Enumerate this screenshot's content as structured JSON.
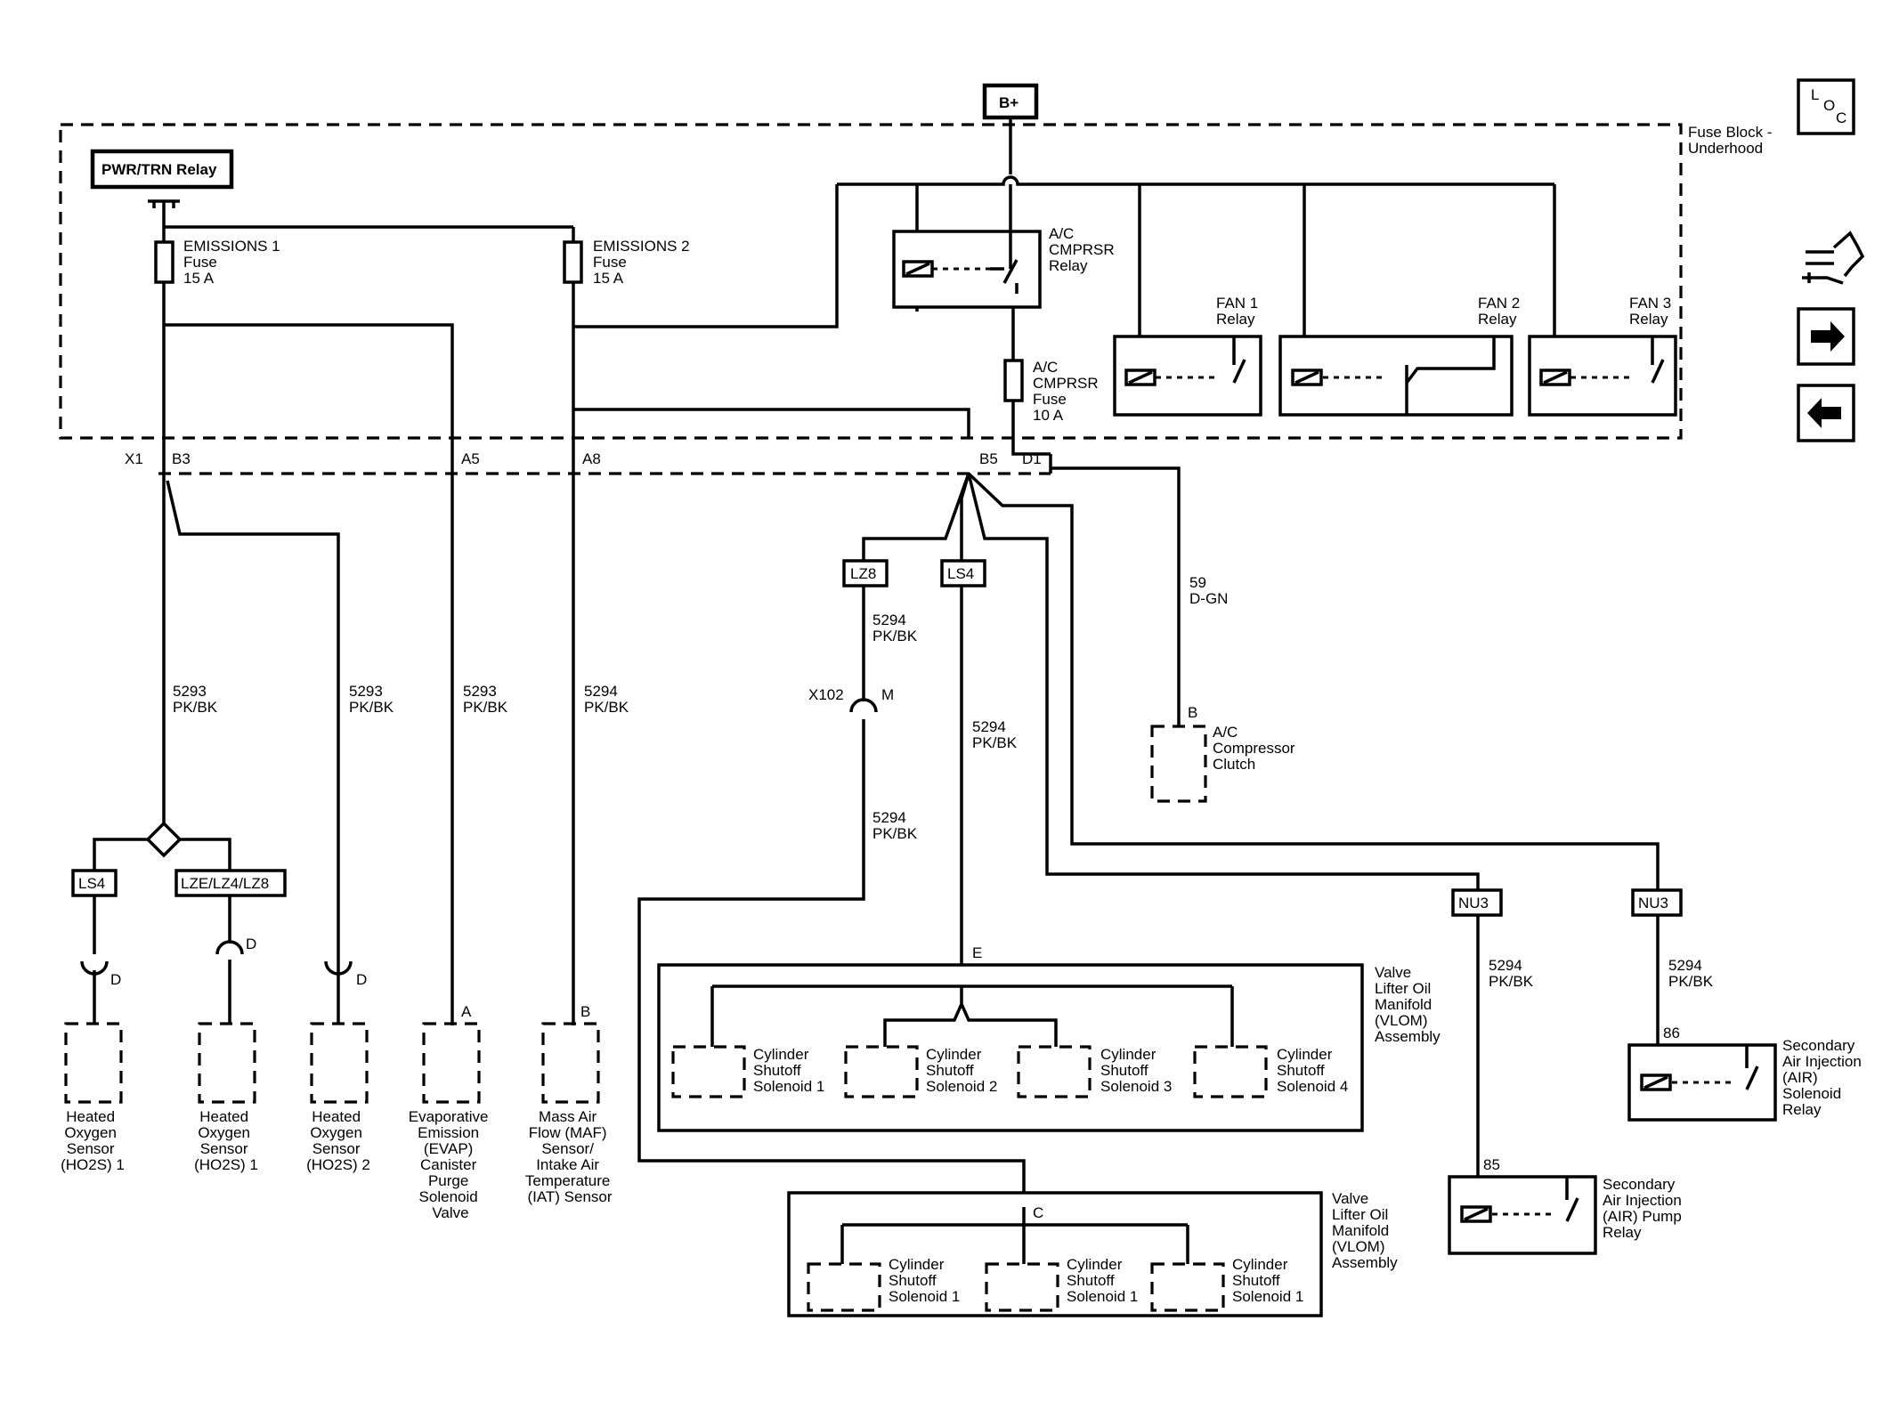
{
  "power": {
    "bplus": "B+",
    "relay": "PWR/TRN Relay"
  },
  "fuse_block": [
    "Fuse Block -",
    "Underhood"
  ],
  "loc": {
    "l": "L",
    "o": "O",
    "c": "C"
  },
  "fuses": {
    "em1": [
      "EMISSIONS 1",
      "Fuse",
      "15 A"
    ],
    "em2": [
      "EMISSIONS 2",
      "Fuse",
      "15 A"
    ],
    "ac": [
      "A/C",
      "CMPRSR",
      "Fuse",
      "10 A"
    ]
  },
  "relays": {
    "ac": [
      "A/C",
      "CMPRSR",
      "Relay"
    ],
    "fan1": [
      "FAN 1",
      "Relay"
    ],
    "fan2": [
      "FAN 2",
      "Relay"
    ],
    "fan3": [
      "FAN 3",
      "Relay"
    ]
  },
  "connectors": {
    "x1": "X1",
    "b3": "B3",
    "a5": "A5",
    "a8": "A8",
    "b5": "B5",
    "d1": "D1",
    "x102": "X102",
    "m": "M"
  },
  "wires": {
    "w5293": [
      "5293",
      "PK/BK"
    ],
    "w5294": [
      "5294",
      "PK/BK"
    ],
    "w59": [
      "59",
      "D-GN"
    ]
  },
  "options": {
    "ls4": "LS4",
    "lze": "LZE/LZ4/LZ8",
    "lz8": "LZ8",
    "nu3": "NU3"
  },
  "pins": {
    "a": "A",
    "b": "B",
    "c": "C",
    "d": "D",
    "e": "E",
    "p85": "85",
    "p86": "86"
  },
  "components": {
    "ho2s1": [
      "Heated",
      "Oxygen",
      "Sensor",
      "(HO2S) 1"
    ],
    "ho2s2": [
      "Heated",
      "Oxygen",
      "Sensor",
      "(HO2S) 2"
    ],
    "evap": [
      "Evaporative",
      "Emission",
      "(EVAP)",
      "Canister",
      "Purge",
      "Solenoid",
      "Valve"
    ],
    "maf": [
      "Mass Air",
      "Flow (MAF)",
      "Sensor/",
      "Intake Air",
      "Temperature",
      "(IAT) Sensor"
    ],
    "ac_clutch": [
      "A/C",
      "Compressor",
      "Clutch"
    ],
    "vlom": [
      "Valve",
      "Lifter Oil",
      "Manifold",
      "(VLOM)",
      "Assembly"
    ],
    "cyl1": [
      "Cylinder",
      "Shutoff",
      "Solenoid 1"
    ],
    "cyl2": [
      "Cylinder",
      "Shutoff",
      "Solenoid 2"
    ],
    "cyl3": [
      "Cylinder",
      "Shutoff",
      "Solenoid 3"
    ],
    "cyl4": [
      "Cylinder",
      "Shutoff",
      "Solenoid 4"
    ],
    "air_sol": [
      "Secondary",
      "Air Injection",
      "(AIR)",
      "Solenoid",
      "Relay"
    ],
    "air_pump": [
      "Secondary",
      "Air Injection",
      "(AIR) Pump",
      "Relay"
    ]
  }
}
